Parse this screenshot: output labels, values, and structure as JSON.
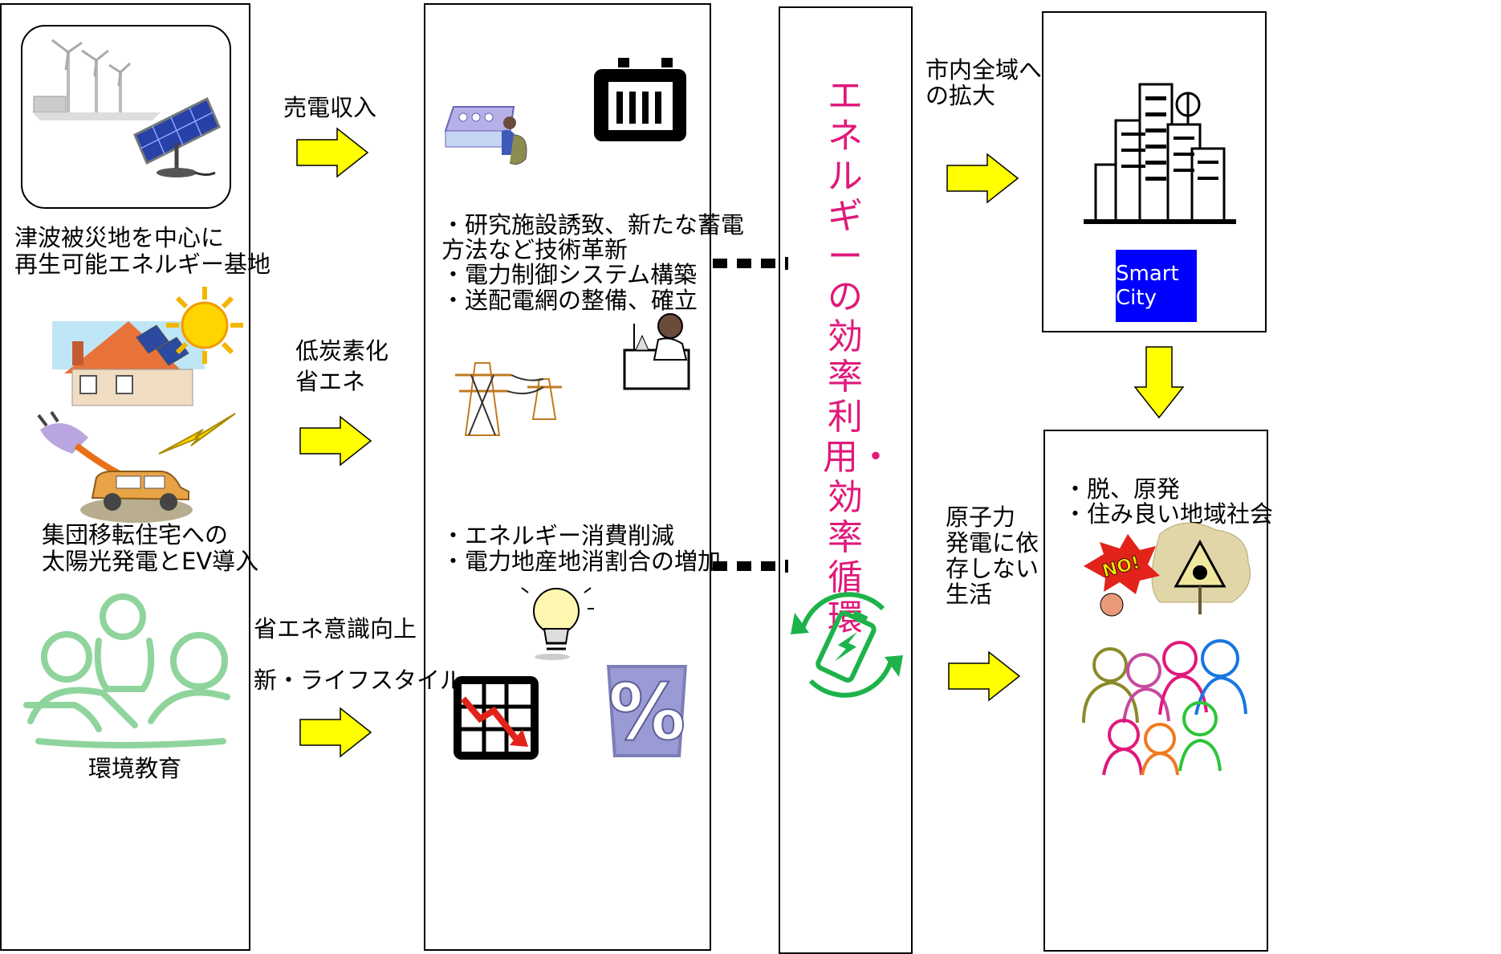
{
  "col1": {
    "caption_top_line1": "津波被災地を中心に",
    "caption_top_line2": "再生可能エネルギー基地",
    "caption_mid_line1": "集団移転住宅への",
    "caption_mid_line2": "太陽光発電とEV導入",
    "caption_bottom": "環境教育"
  },
  "arrows_left": {
    "label_top": "売電収入",
    "label_mid_line1": "低炭素化",
    "label_mid_line2": "省エネ",
    "label_bottom_line1": "省エネ意識向上",
    "label_bottom_line2": "新・ライフスタイル"
  },
  "col2": {
    "items_top": [
      "・研究施設誘致、新たな蓄電",
      "方法など技術革新",
      "・電力制御システム構築",
      "・送配電網の整備、確立"
    ],
    "items_bottom": [
      "・エネルギー消費削減",
      "・電力地産地消割合の増加"
    ]
  },
  "col3": {
    "title": "エネルギーの効率利用・効率循環",
    "accent_color": "#e0197b"
  },
  "arrows_right": {
    "label_top_line1": "市内全域へ",
    "label_top_line2": "の拡大",
    "label_bottom": [
      "原子力",
      "発電に依",
      "存しない",
      "生活"
    ]
  },
  "col4": {
    "smart_city_label": "Smart City",
    "items_bottom": [
      "・脱、原発",
      "・住み良い地域社会"
    ],
    "no_sign_text": "NO!"
  },
  "colors": {
    "arrow_fill": "#ffff00",
    "smart_city_bg": "#0000ff",
    "recycle_green": "#1db34a"
  }
}
